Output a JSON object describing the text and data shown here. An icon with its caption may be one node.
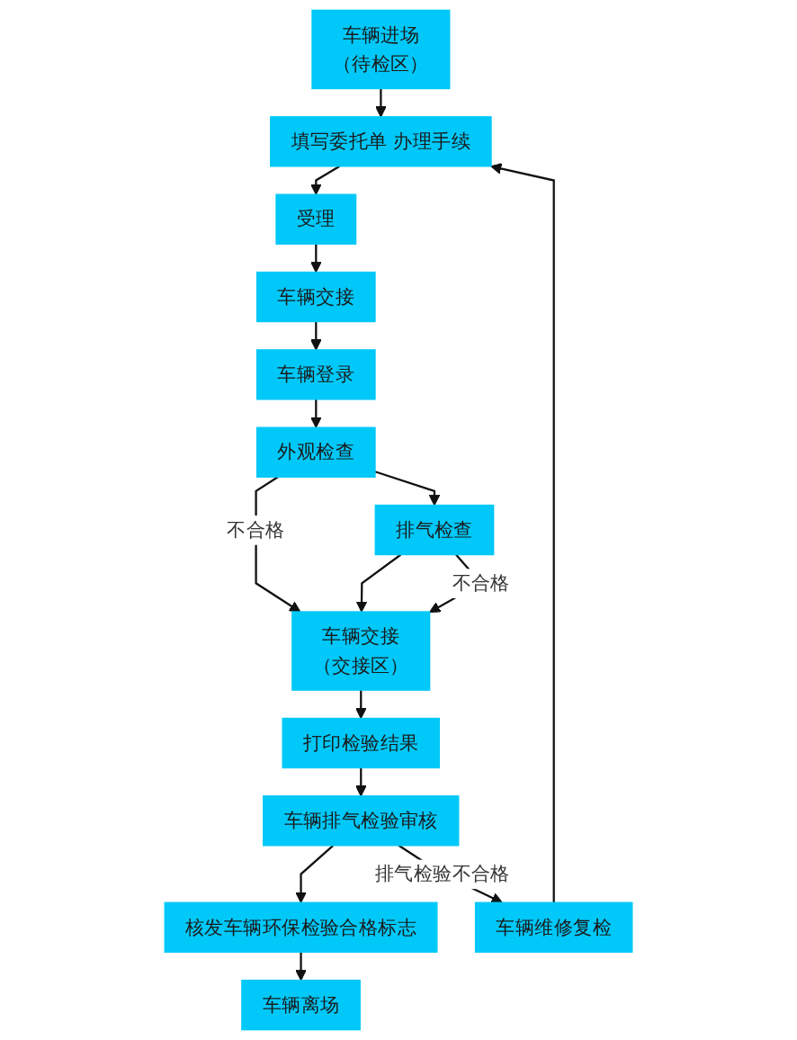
{
  "diagram": {
    "nodes": [
      {
        "text": [
          "车辆进场",
          "（待检区）"
        ]
      },
      {
        "text": [
          "填写委托单 办理手续"
        ]
      },
      {
        "text": [
          "受理"
        ]
      },
      {
        "text": [
          "车辆交接"
        ]
      },
      {
        "text": [
          "车辆登录"
        ]
      },
      {
        "text": [
          "外观检查"
        ]
      },
      {
        "text": [
          "排气检查"
        ]
      },
      {
        "text": [
          "车辆交接",
          "（交接区）"
        ]
      },
      {
        "text": [
          "打印检验结果"
        ]
      },
      {
        "text": [
          "车辆排气检验审核"
        ]
      },
      {
        "text": [
          "核发车辆环保检验合格标志"
        ]
      },
      {
        "text": [
          "车辆离场"
        ]
      },
      {
        "text": [
          "车辆维修复检"
        ]
      }
    ],
    "edges": [
      {
        "from": 0,
        "to": 1,
        "arrow": "to"
      },
      {
        "from": 1,
        "to": 2,
        "arrow": "to"
      },
      {
        "from": 2,
        "to": 3,
        "arrow": "to"
      },
      {
        "from": 3,
        "to": 4,
        "arrow": "to"
      },
      {
        "from": 4,
        "to": 5,
        "arrow": "to"
      },
      {
        "from": 5,
        "to": 6,
        "arrow": "to"
      },
      {
        "from": 5,
        "to": 7,
        "label": "不合格",
        "arrow": "to"
      },
      {
        "from": 6,
        "to": 7,
        "arrow": "to"
      },
      {
        "from": 6,
        "to": 7,
        "label": "不合格",
        "arrow": "to"
      },
      {
        "from": 7,
        "to": 8,
        "arrow": "to"
      },
      {
        "from": 8,
        "to": 9,
        "arrow": "to"
      },
      {
        "from": 9,
        "to": 10,
        "arrow": "to"
      },
      {
        "from": 10,
        "to": 11,
        "arrow": "to"
      },
      {
        "from": 9,
        "to": 12,
        "label": "排气检验不合格",
        "arrow": "to"
      },
      {
        "from": 12,
        "to": 1,
        "arrow": "to"
      }
    ]
  }
}
